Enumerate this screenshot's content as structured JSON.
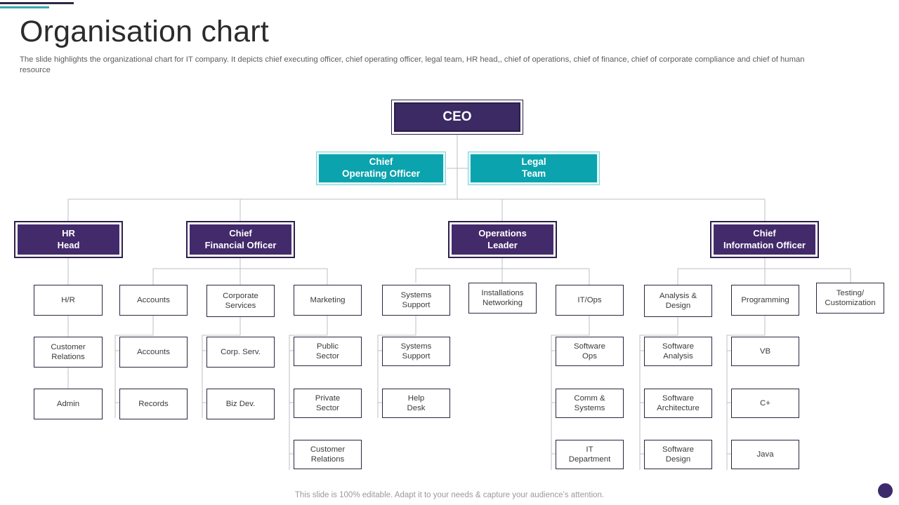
{
  "header": {
    "title": "Organisation chart",
    "subtitle": "The slide highlights the organizational chart for IT  company. It depicts chief executing officer,  chief operating officer, legal team, HR head,, chief of operations, chief of finance, chief of corporate compliance and chief of human resource"
  },
  "footer": {
    "note": "This slide is 100% editable. Adapt it to your needs & capture your audience’s attention."
  },
  "colors": {
    "ceo_fill": "#3b2a63",
    "dept_fill": "#432a6b",
    "teal_fill": "#0ba3ad",
    "leaf_fill": "#ffffff",
    "leaf_border": "#2b2540",
    "wire": "#bfbfc6",
    "deco_dark": "#2e2545",
    "deco_teal": "#3aa9b4",
    "corner_dot": "#3d2a6b"
  },
  "chart_data": {
    "type": "diagram",
    "title": "Organisation chart",
    "nodes": {
      "ceo": "CEO",
      "coo": "Chief\nOperating Officer",
      "legal": "Legal\nTeam",
      "hr_head": "HR\nHead",
      "cfo": "Chief\nFinancial Officer",
      "ops_leader": "Operations\nLeader",
      "cio": "Chief\nInformation Officer",
      "hr_1": "H/R",
      "hr_2": "Customer\nRelations",
      "hr_3": "Admin",
      "cfo_a1": "Accounts",
      "cfo_a2": "Accounts",
      "cfo_a3": "Records",
      "cfo_b1": "Corporate\nServices",
      "cfo_b2": "Corp. Serv.",
      "cfo_b3": "Biz Dev.",
      "cfo_c1": "Marketing",
      "cfo_c2": "Public\nSector",
      "cfo_c3": "Private\nSector",
      "cfo_c4": "Customer\nRelations",
      "ops_a1": "Systems\nSupport",
      "ops_a2": "Systems\nSupport",
      "ops_a3": "Help\nDesk",
      "ops_b1": "Installations\nNetworking",
      "cio_a1": "IT/Ops",
      "cio_a2": "Software\nOps",
      "cio_a3": "Comm &\nSystems",
      "cio_a4": "IT\nDepartment",
      "cio_b1": "Analysis &\nDesign",
      "cio_b2": "Software\nAnalysis",
      "cio_b3": "Software\nArchitecture",
      "cio_b4": "Software\nDesign",
      "cio_c1": "Programming",
      "cio_c2": "VB",
      "cio_c3": "C+",
      "cio_c4": "Java",
      "cio_d1": "Testing/\nCustomization"
    },
    "edges": [
      [
        "ceo",
        "coo"
      ],
      [
        "ceo",
        "legal"
      ],
      [
        "ceo",
        "hr_head"
      ],
      [
        "ceo",
        "cfo"
      ],
      [
        "ceo",
        "ops_leader"
      ],
      [
        "ceo",
        "cio"
      ],
      [
        "hr_head",
        "hr_1"
      ],
      [
        "hr_head",
        "hr_2"
      ],
      [
        "hr_head",
        "hr_3"
      ],
      [
        "cfo",
        "cfo_a1"
      ],
      [
        "cfo_a1",
        "cfo_a2"
      ],
      [
        "cfo_a1",
        "cfo_a3"
      ],
      [
        "cfo",
        "cfo_b1"
      ],
      [
        "cfo_b1",
        "cfo_b2"
      ],
      [
        "cfo_b1",
        "cfo_b3"
      ],
      [
        "cfo",
        "cfo_c1"
      ],
      [
        "cfo_c1",
        "cfo_c2"
      ],
      [
        "cfo_c1",
        "cfo_c3"
      ],
      [
        "cfo_c1",
        "cfo_c4"
      ],
      [
        "ops_leader",
        "ops_a1"
      ],
      [
        "ops_a1",
        "ops_a2"
      ],
      [
        "ops_a1",
        "ops_a3"
      ],
      [
        "ops_leader",
        "ops_b1"
      ],
      [
        "ops_leader",
        "cio_a1"
      ],
      [
        "cio_a1",
        "cio_a2"
      ],
      [
        "cio_a1",
        "cio_a3"
      ],
      [
        "cio_a1",
        "cio_a4"
      ],
      [
        "cio",
        "cio_b1"
      ],
      [
        "cio_b1",
        "cio_b2"
      ],
      [
        "cio_b1",
        "cio_b3"
      ],
      [
        "cio_b1",
        "cio_b4"
      ],
      [
        "cio",
        "cio_c1"
      ],
      [
        "cio_c1",
        "cio_c2"
      ],
      [
        "cio_c1",
        "cio_c3"
      ],
      [
        "cio_c1",
        "cio_c4"
      ],
      [
        "cio",
        "cio_d1"
      ]
    ]
  }
}
